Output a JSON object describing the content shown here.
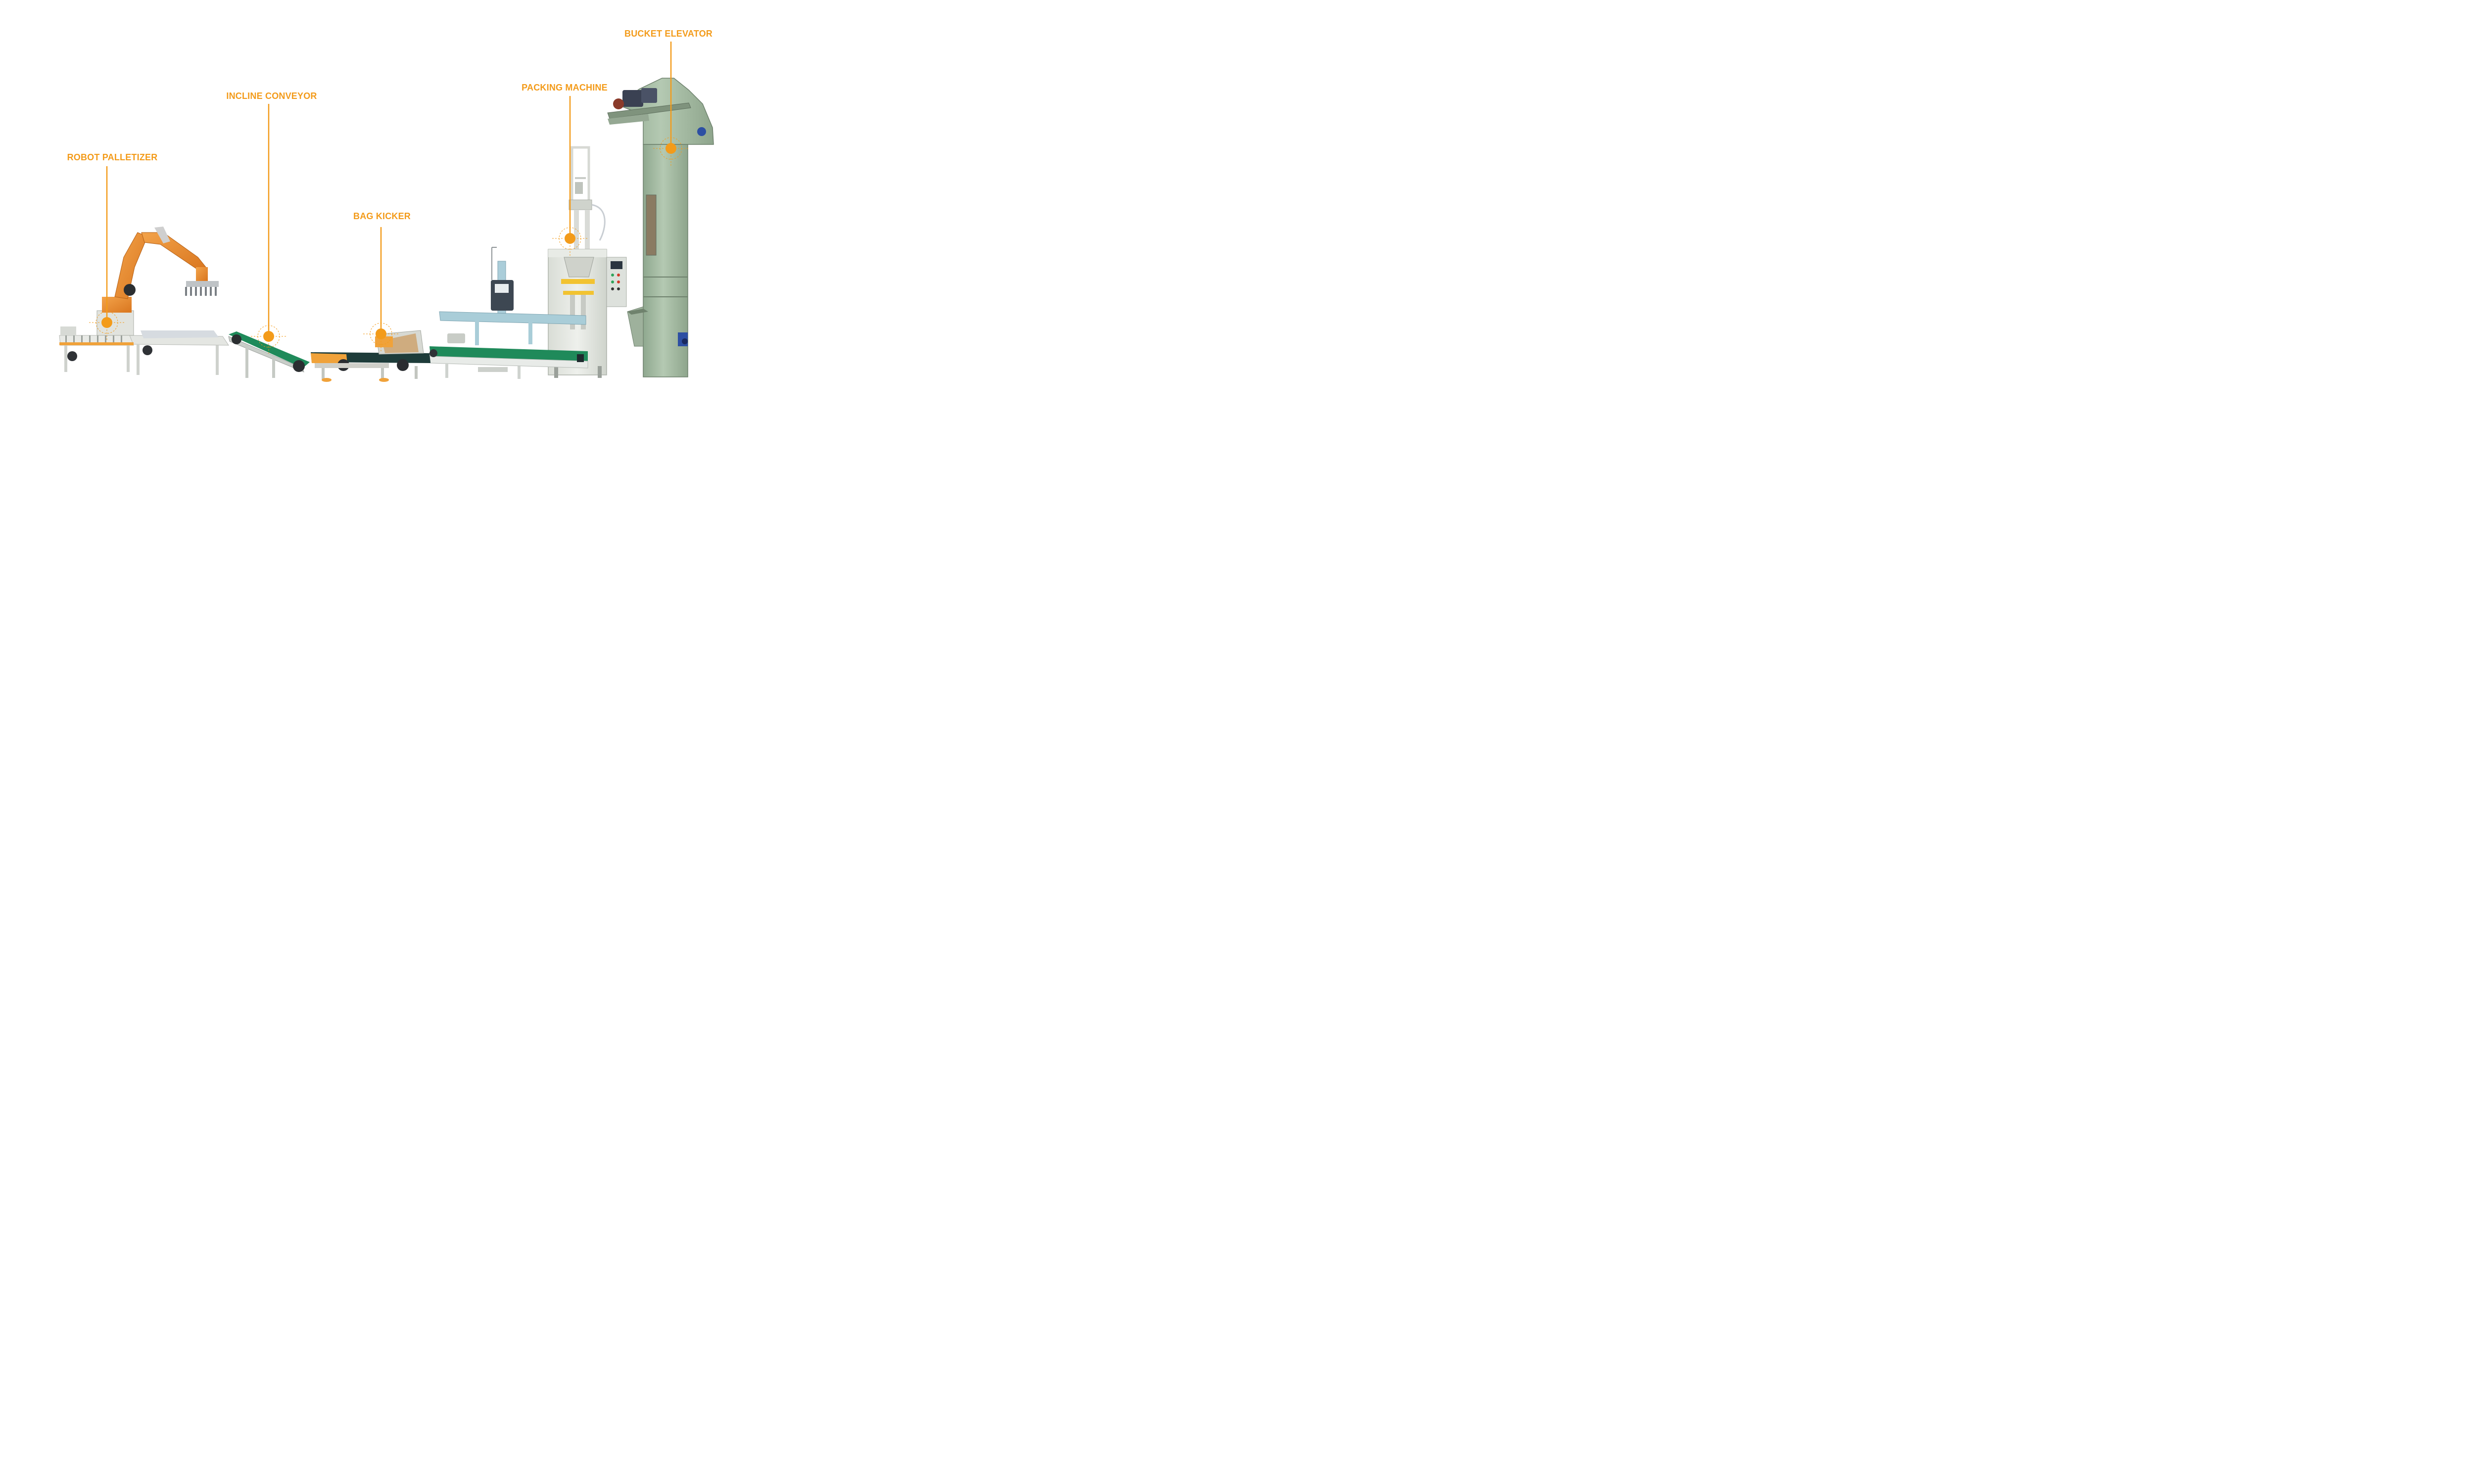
{
  "accent_color": "#f39b1a",
  "callouts": [
    {
      "id": "robot-palletizer",
      "label": "ROBOT PALLETIZER"
    },
    {
      "id": "incline-conveyor",
      "label": "INCLINE CONVEYOR"
    },
    {
      "id": "bag-kicker",
      "label": "BAG KICKER"
    },
    {
      "id": "packing-machine",
      "label": "PACKING MACHINE"
    },
    {
      "id": "bucket-elevator",
      "label": "BUCKET ELEVATOR"
    }
  ]
}
